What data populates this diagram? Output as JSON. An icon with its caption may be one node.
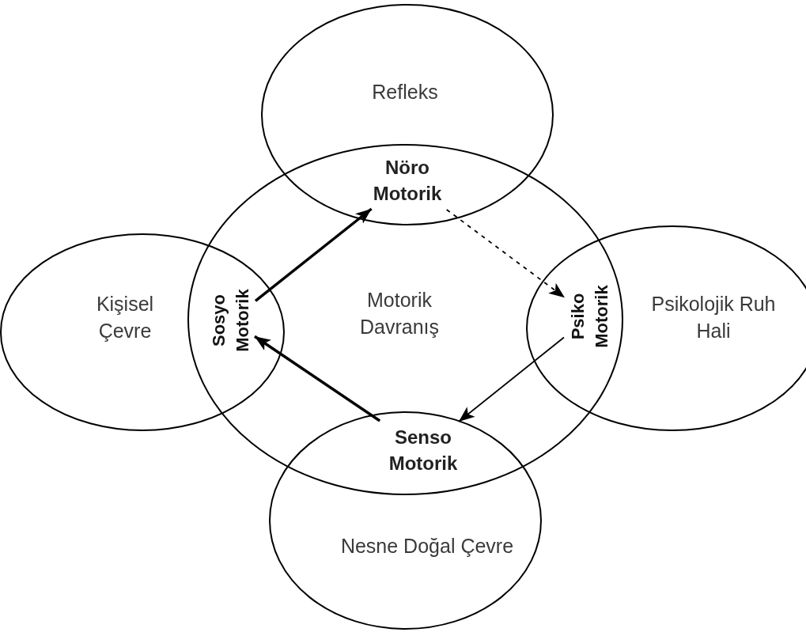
{
  "diagram": {
    "nodes": [
      {
        "text": [
          "Refleks"
        ]
      },
      {
        "text": [
          "Nöro Motorik"
        ]
      },
      {
        "text": [
          "Kişisel Çevre"
        ]
      },
      {
        "text": [
          "Sosyo Motorik"
        ]
      },
      {
        "text": [
          "Motorik Davranış"
        ]
      },
      {
        "text": [
          "Psiko Motorik"
        ]
      },
      {
        "text": [
          "Psikolojik Ruh Hali"
        ]
      },
      {
        "text": [
          "Senso Motorik"
        ]
      },
      {
        "text": [
          "Nesne Doğal Çevre"
        ]
      }
    ],
    "edges": [
      {
        "from": 3,
        "to": 1,
        "arrow": "to",
        "style": "thick"
      },
      {
        "from": 1,
        "to": 5,
        "arrow": "to",
        "style": "dashed"
      },
      {
        "from": 5,
        "to": 7,
        "arrow": "to"
      },
      {
        "from": 7,
        "to": 3,
        "arrow": "to",
        "style": "thick"
      }
    ]
  }
}
